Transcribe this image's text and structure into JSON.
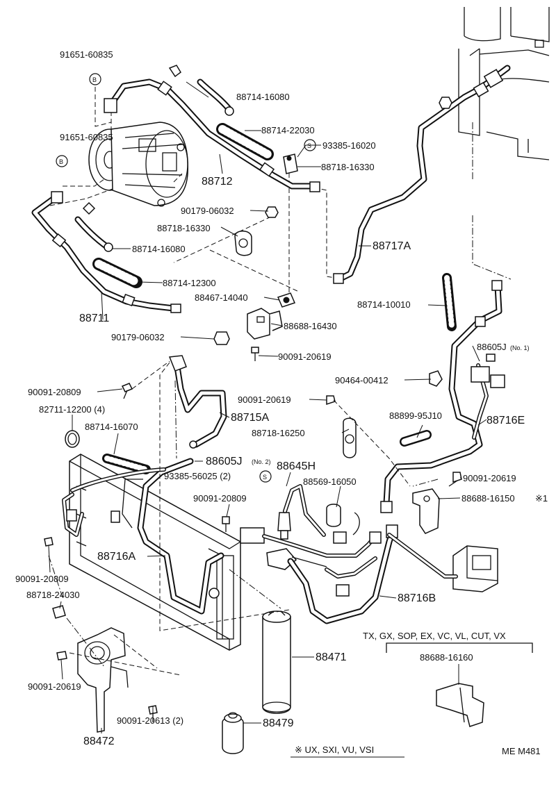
{
  "diagram": {
    "labels": {
      "p91651_top": "91651-60835",
      "p91651_mid": "91651-60835",
      "b_top": "B",
      "b_mid": "B",
      "p88714_16080_a": "88714-16080",
      "p88714_22030": "88714-22030",
      "p93385_16020": "93385-16020",
      "s_top": "S",
      "p88718_16330_a": "88718-16330",
      "p88712": "88712",
      "p90179_06032_a": "90179-06032",
      "p88718_16330_b": "88718-16330",
      "p88714_16080_b": "88714-16080",
      "p88717A": "88717A",
      "p88714_12300": "88714-12300",
      "p88467_14040": "88467-14040",
      "p88714_10010": "88714-10010",
      "p88711": "88711",
      "p88688_16430": "88688-16430",
      "p90179_06032_b": "90179-06032",
      "p88605J_no1": "88605J",
      "no1": "(No. 1)",
      "p90091_20619_a": "90091-20619",
      "p90464_00412": "90464-00412",
      "p90091_20809_a": "90091-20809",
      "p82711_12200": "82711-12200 (4)",
      "p90091_20619_b": "90091-20619",
      "p88715A": "88715A",
      "p88899_95J10": "88899-95J10",
      "p88716E": "88716E",
      "p88714_16070": "88714-16070",
      "p88718_16250": "88718-16250",
      "p88605J_no2": "88605J",
      "no2": "(No. 2)",
      "p88645H": "88645H",
      "p93385_56025": "93385-56025 (2)",
      "s_mid": "S",
      "p90091_20619_c": "90091-20619",
      "p88569_16050": "88569-16050",
      "p90091_20809_b": "90091-20809",
      "p88688_16150": "88688-16150",
      "mark_16150": "※1",
      "p88716A": "88716A",
      "p90091_20809_c": "90091-20809",
      "p88718_24030": "88718-24030",
      "p88716B": "88716B",
      "variants": "TX, GX, SOP, EX, VC, VL, CUT, VX",
      "p88688_16160": "88688-16160",
      "p88471": "88471",
      "p90091_20619_d": "90091-20619",
      "p90091_20613": "90091-20613 (2)",
      "p88479": "88479",
      "p88472": "88472",
      "footnote": "※ UX, SXI, VU, VSI",
      "code": "ME M481"
    }
  }
}
